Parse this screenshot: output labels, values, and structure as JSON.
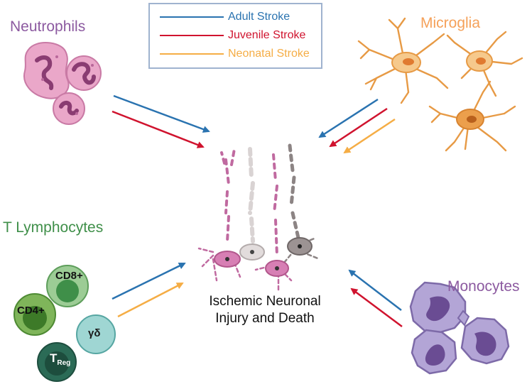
{
  "legend": {
    "items": [
      {
        "label": "Adult Stroke",
        "color": "#2a73b0"
      },
      {
        "label": "Juvenile Stroke",
        "color": "#d0132e"
      },
      {
        "label": "Neonatal Stroke",
        "color": "#f5ad45"
      }
    ]
  },
  "cells": {
    "neutrophils": {
      "label": "Neutrophils",
      "color": "#8c5aa0"
    },
    "microglia": {
      "label": "Microglia",
      "color": "#f5a15a"
    },
    "t_lymphocytes": {
      "label": "T Lymphocytes",
      "color": "#3f8f49",
      "subtypes": {
        "cd8": "CD8+",
        "cd4": "CD4+",
        "gd": "γδ",
        "treg_main": "T",
        "treg_sub": "Reg"
      }
    },
    "monocytes": {
      "label": "Monocytes",
      "color": "#8c5aa0"
    }
  },
  "center": {
    "line1": "Ischemic Neuronal",
    "line2": "Injury and Death"
  }
}
